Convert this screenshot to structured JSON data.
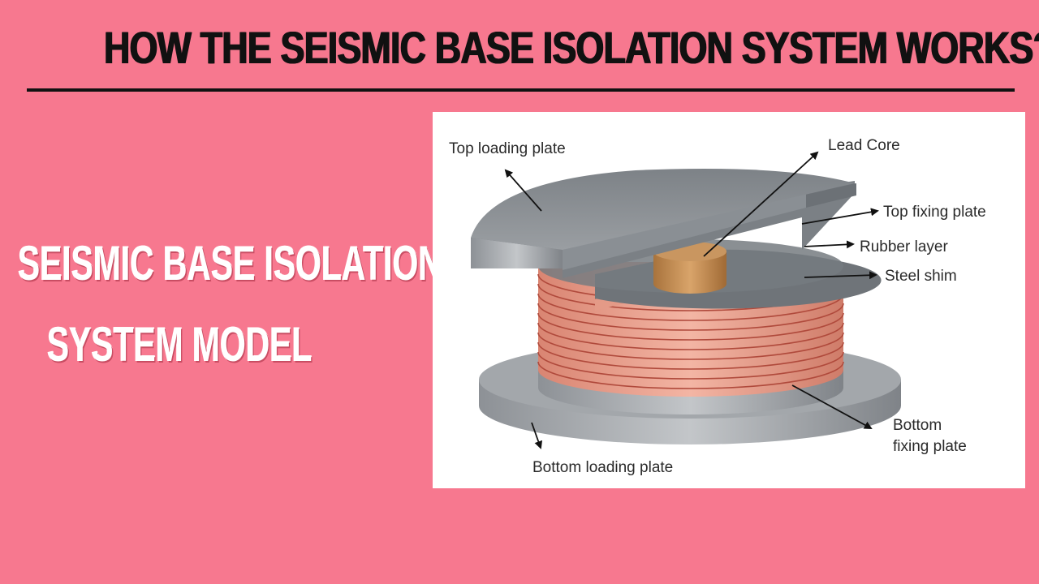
{
  "title": "HOW THE SEISMIC BASE ISOLATION SYSTEM WORKS?",
  "side_caption": {
    "line1": "SEISMIC BASE ISOLATION",
    "line2": "SYSTEM MODEL"
  },
  "diagram": {
    "labels": {
      "top_loading_plate": "Top loading plate",
      "lead_core": "Lead Core",
      "top_fixing_plate": "Top fixing plate",
      "rubber_layer": "Rubber layer",
      "steel_shim": "Steel shim",
      "bottom_fixing_plate_1": "Bottom",
      "bottom_fixing_plate_2": "fixing plate",
      "bottom_loading_plate": "Bottom loading plate"
    },
    "colors": {
      "background": "#f7788f",
      "plate": "#8f9397",
      "rubber": "#e89a86",
      "lead_core": "#c48a4e"
    }
  }
}
